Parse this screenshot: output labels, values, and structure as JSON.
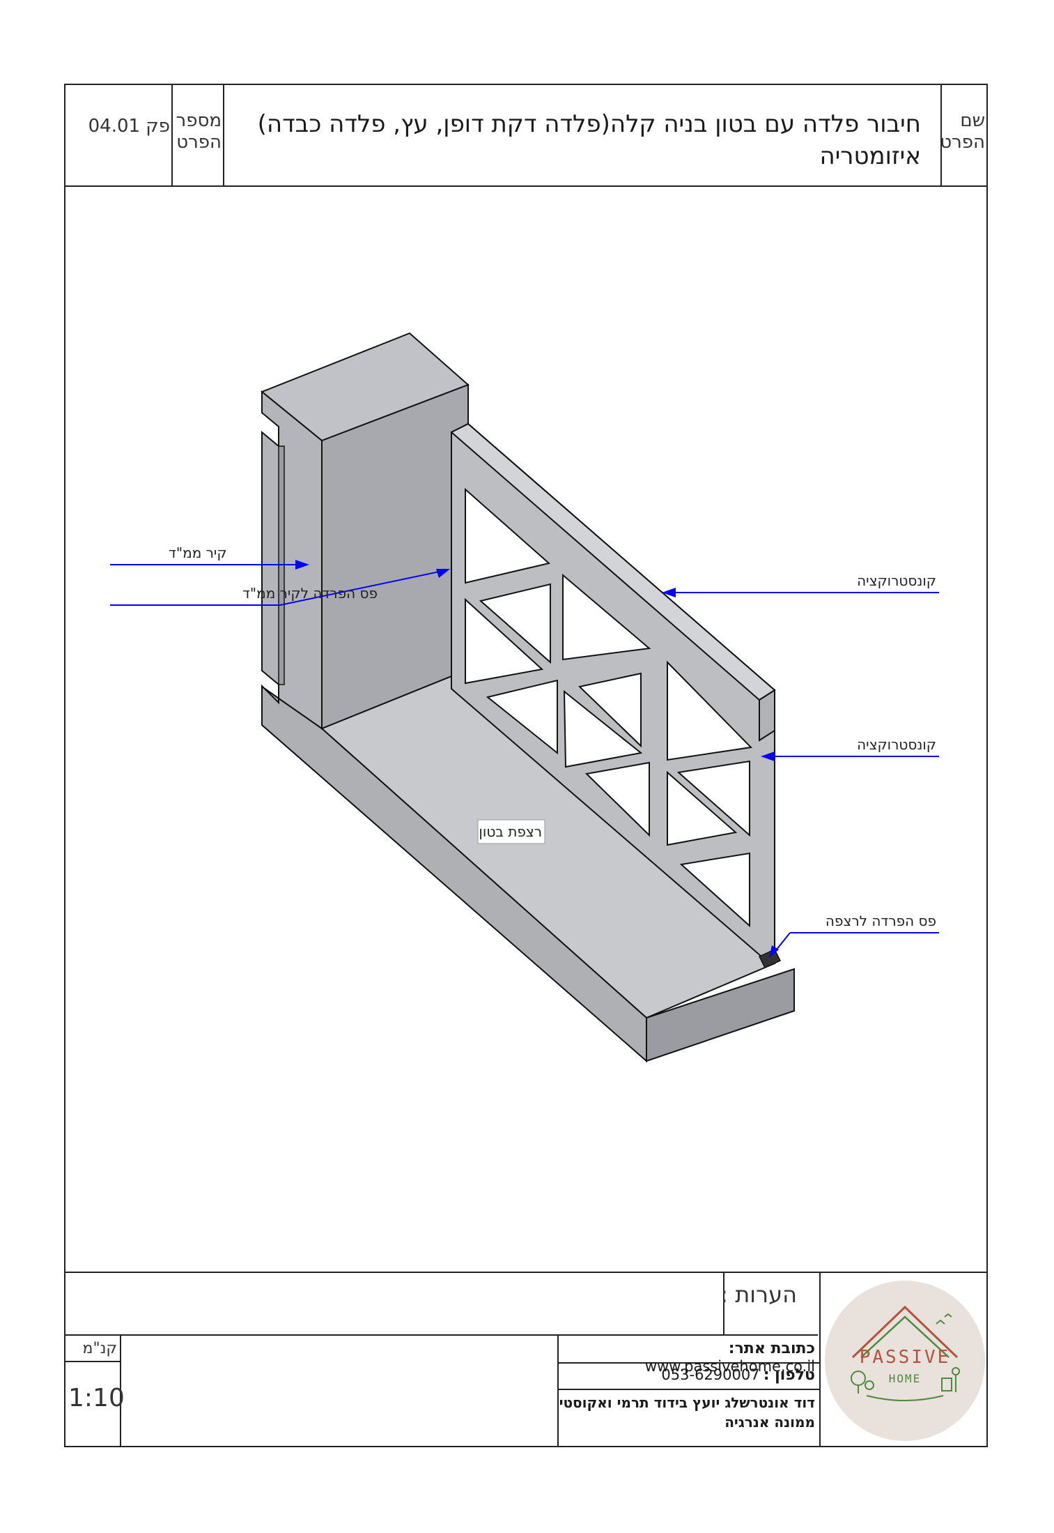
{
  "header": {
    "detail_name_label": "שם הפרט",
    "title_line1": "חיבור פלדה עם בטון בניה קלה(פלדה דקת דופן, עץ, פלדה כבדה)",
    "title_line2": "איזומטריה",
    "detail_number_label": "מספר הפרט",
    "detail_number": "פק 04.01"
  },
  "drawing": {
    "labels": {
      "wall": "קיר ממ\"ד",
      "wall_separation": "פס הפרדה לקיר ממ\"ד",
      "construction_top": "קונסטרוקציה",
      "construction_side": "קונסטרוקציה",
      "concrete_floor": "רצפת בטון",
      "floor_separation": "פס הפרדה לרצפה"
    },
    "colors": {
      "annotation_line": "#0000ff",
      "wall_top": "#bfc1c6",
      "wall_face": "#a9abb0",
      "floor_top": "#c8c9cd",
      "frame": "#bdbec2"
    }
  },
  "footer": {
    "notes_label": "הערות :",
    "scale_label": "קנ\"מ",
    "scale_value": "1:10",
    "website_label": "כתובת אתר:",
    "website_value": "www.passivehome.co.il",
    "phone_label": "טלפון :",
    "phone_value": "053-6290007",
    "consultant_line1": "דוד אונטרשלג יועץ בידוד תרמי ואקוסטי",
    "consultant_line2": "ממונה אנרגיה"
  },
  "logo": {
    "text_top": "PASSIVE",
    "text_bottom": "HOME",
    "brand_color": "#4f8a3c",
    "roof_color": "#b5523b"
  }
}
